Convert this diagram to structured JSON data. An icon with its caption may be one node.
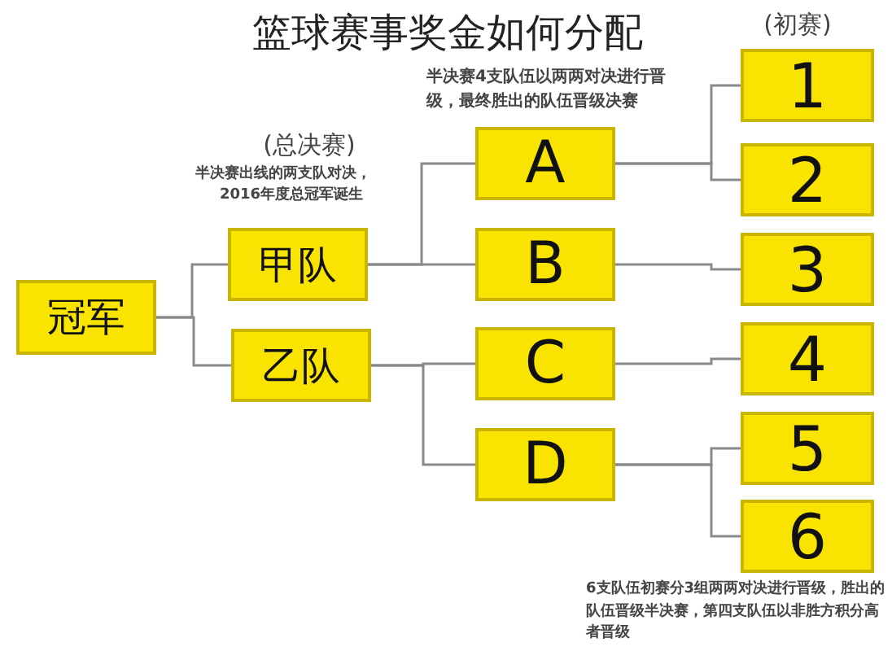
{
  "diagram": {
    "title": "篮球赛事奖金如何分配",
    "nodes": [
      {
        "text": [
          "冠军"
        ]
      },
      {
        "text": [
          "甲队"
        ]
      },
      {
        "text": [
          "乙队"
        ]
      },
      {
        "text": [
          "A"
        ]
      },
      {
        "text": [
          "B"
        ]
      },
      {
        "text": [
          "C"
        ]
      },
      {
        "text": [
          "D"
        ]
      },
      {
        "text": [
          "1"
        ]
      },
      {
        "text": [
          "2"
        ]
      },
      {
        "text": [
          "3"
        ]
      },
      {
        "text": [
          "4"
        ]
      },
      {
        "text": [
          "5"
        ]
      },
      {
        "text": [
          "6"
        ]
      }
    ],
    "edges": [
      {
        "from": 0,
        "to": 1,
        "arrow": "none"
      },
      {
        "from": 0,
        "to": 2,
        "arrow": "none"
      },
      {
        "from": 1,
        "to": 3,
        "arrow": "none"
      },
      {
        "from": 1,
        "to": 4,
        "arrow": "none"
      },
      {
        "from": 2,
        "to": 5,
        "arrow": "none"
      },
      {
        "from": 2,
        "to": 6,
        "arrow": "none"
      },
      {
        "from": 3,
        "to": 7,
        "arrow": "none"
      },
      {
        "from": 3,
        "to": 8,
        "arrow": "none"
      },
      {
        "from": 4,
        "to": 9,
        "arrow": "none"
      },
      {
        "from": 5,
        "to": 10,
        "arrow": "none"
      },
      {
        "from": 6,
        "to": 11,
        "arrow": "none"
      },
      {
        "from": 6,
        "to": 12,
        "arrow": "none"
      }
    ],
    "labels": [
      "(初赛)",
      "半决赛4支队伍以两两对决进行晋级，最终胜出的队伍晋级决赛",
      "(总决赛)",
      "半决赛出线的两支队对决，",
      "2016年度总冠军诞生",
      "6支队伍初赛分3组两两对决进行晋级，胜出的队伍晋级半决赛，第四支队伍以非胜方积分高者晋级"
    ]
  }
}
